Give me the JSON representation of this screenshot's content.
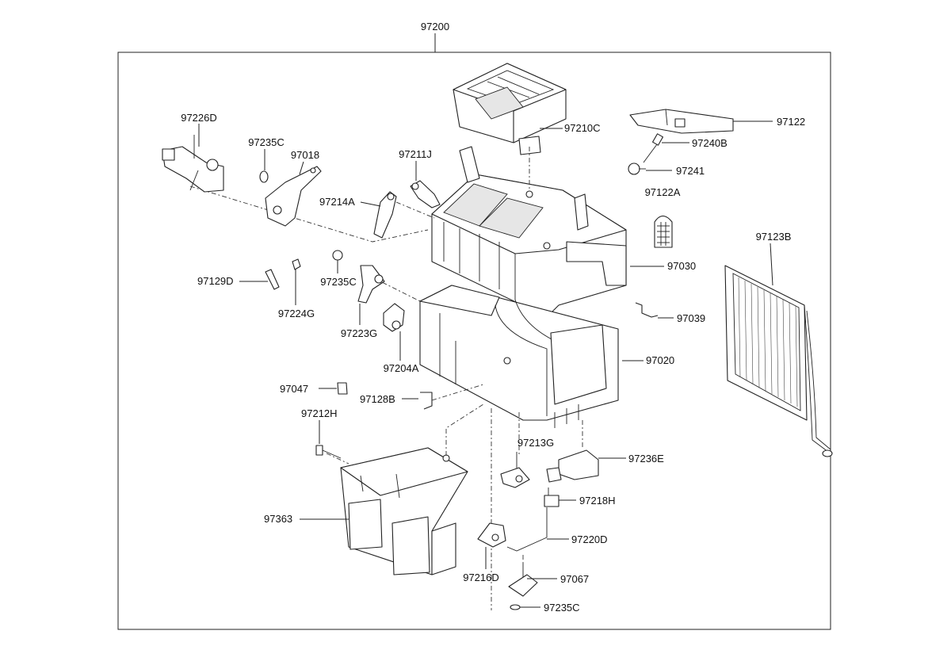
{
  "diagram": {
    "assembly_number": "97200",
    "parts": [
      {
        "id": "97226D",
        "label": "97226D"
      },
      {
        "id": "97235C_top",
        "label": "97235C"
      },
      {
        "id": "97018",
        "label": "97018"
      },
      {
        "id": "97211J",
        "label": "97211J"
      },
      {
        "id": "97214A",
        "label": "97214A"
      },
      {
        "id": "97210C",
        "label": "97210C"
      },
      {
        "id": "97122",
        "label": "97122"
      },
      {
        "id": "97240B",
        "label": "97240B"
      },
      {
        "id": "97241",
        "label": "97241"
      },
      {
        "id": "97122A",
        "label": "97122A"
      },
      {
        "id": "97123B",
        "label": "97123B"
      },
      {
        "id": "97030",
        "label": "97030"
      },
      {
        "id": "97129D",
        "label": "97129D"
      },
      {
        "id": "97235C_mid",
        "label": "97235C"
      },
      {
        "id": "97224G",
        "label": "97224G"
      },
      {
        "id": "97223G",
        "label": "97223G"
      },
      {
        "id": "97204A",
        "label": "97204A"
      },
      {
        "id": "97039",
        "label": "97039"
      },
      {
        "id": "97020",
        "label": "97020"
      },
      {
        "id": "97047",
        "label": "97047"
      },
      {
        "id": "97128B",
        "label": "97128B"
      },
      {
        "id": "97212H",
        "label": "97212H"
      },
      {
        "id": "97213G",
        "label": "97213G"
      },
      {
        "id": "97236E",
        "label": "97236E"
      },
      {
        "id": "97218H",
        "label": "97218H"
      },
      {
        "id": "97363",
        "label": "97363"
      },
      {
        "id": "97220D",
        "label": "97220D"
      },
      {
        "id": "97216D",
        "label": "97216D"
      },
      {
        "id": "97067",
        "label": "97067"
      },
      {
        "id": "97235C_bot",
        "label": "97235C"
      }
    ]
  }
}
